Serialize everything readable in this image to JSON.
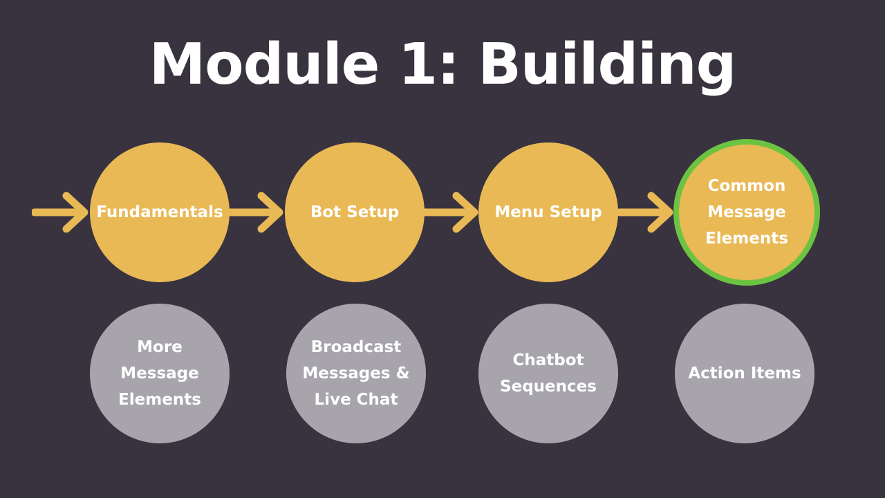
{
  "title": "Module 1: Building",
  "colors": {
    "background": "#38333f",
    "active": "#e9b955",
    "current_outline": "#6cc341",
    "upcoming": "#a7a5ab",
    "text": "#ffffff"
  },
  "steps_row1": [
    {
      "label": "Fundamentals",
      "state": "done"
    },
    {
      "label": "Bot Setup",
      "state": "done"
    },
    {
      "label": "Menu Setup",
      "state": "done"
    },
    {
      "label": "Common\nMessage\nElements",
      "state": "current"
    }
  ],
  "steps_row2": [
    {
      "label": "More\nMessage\nElements",
      "state": "upcoming"
    },
    {
      "label": "Broadcast\nMessages &\nLive Chat",
      "state": "upcoming"
    },
    {
      "label": "Chatbot\nSequences",
      "state": "upcoming"
    },
    {
      "label": "Action Items",
      "state": "upcoming"
    }
  ]
}
